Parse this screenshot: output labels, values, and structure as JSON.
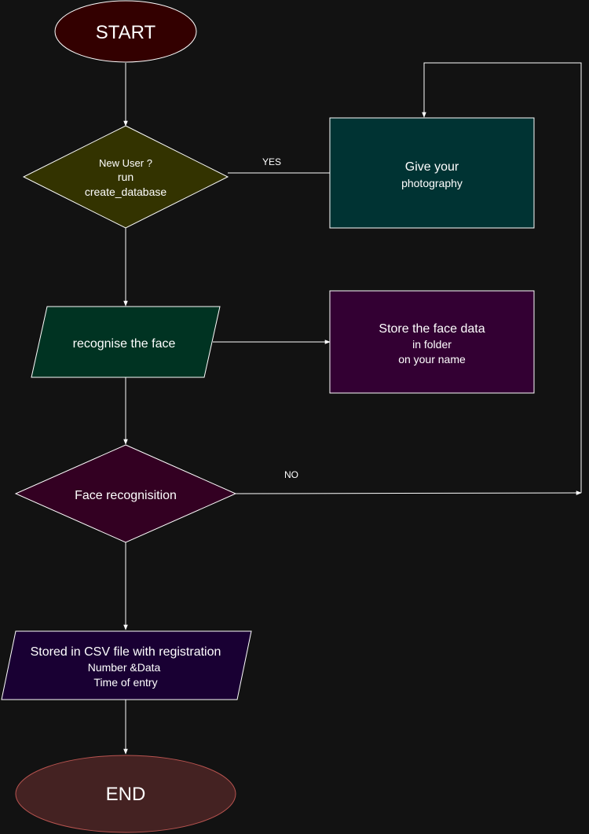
{
  "colors": {
    "background": "#121212",
    "start": "#330000",
    "decision_new_user": "#333300",
    "photo_box": "#003333",
    "recognise": "#003322",
    "store_box": "#330033",
    "decision_face": "#330022",
    "csv": "#190033",
    "end": "#442222",
    "end_border": "#b85450"
  },
  "nodes": {
    "start": {
      "line1": "START"
    },
    "new_user": {
      "line1": "New User ?",
      "line2": "run",
      "line3": "create_database"
    },
    "photo": {
      "line1": "Give your",
      "line2": "photography"
    },
    "recognise": {
      "line1": "recognise the face"
    },
    "store": {
      "line1": "Store the face data",
      "line2": "in folder",
      "line3": "on your name"
    },
    "face_rec": {
      "line1": "Face recognisition"
    },
    "csv": {
      "line1": "Stored in CSV file with registration",
      "line2": "Number &Data",
      "line3": "Time of entry"
    },
    "end": {
      "line1": "END"
    }
  },
  "edges": {
    "yes_label": "YES",
    "no_label": "NO"
  }
}
